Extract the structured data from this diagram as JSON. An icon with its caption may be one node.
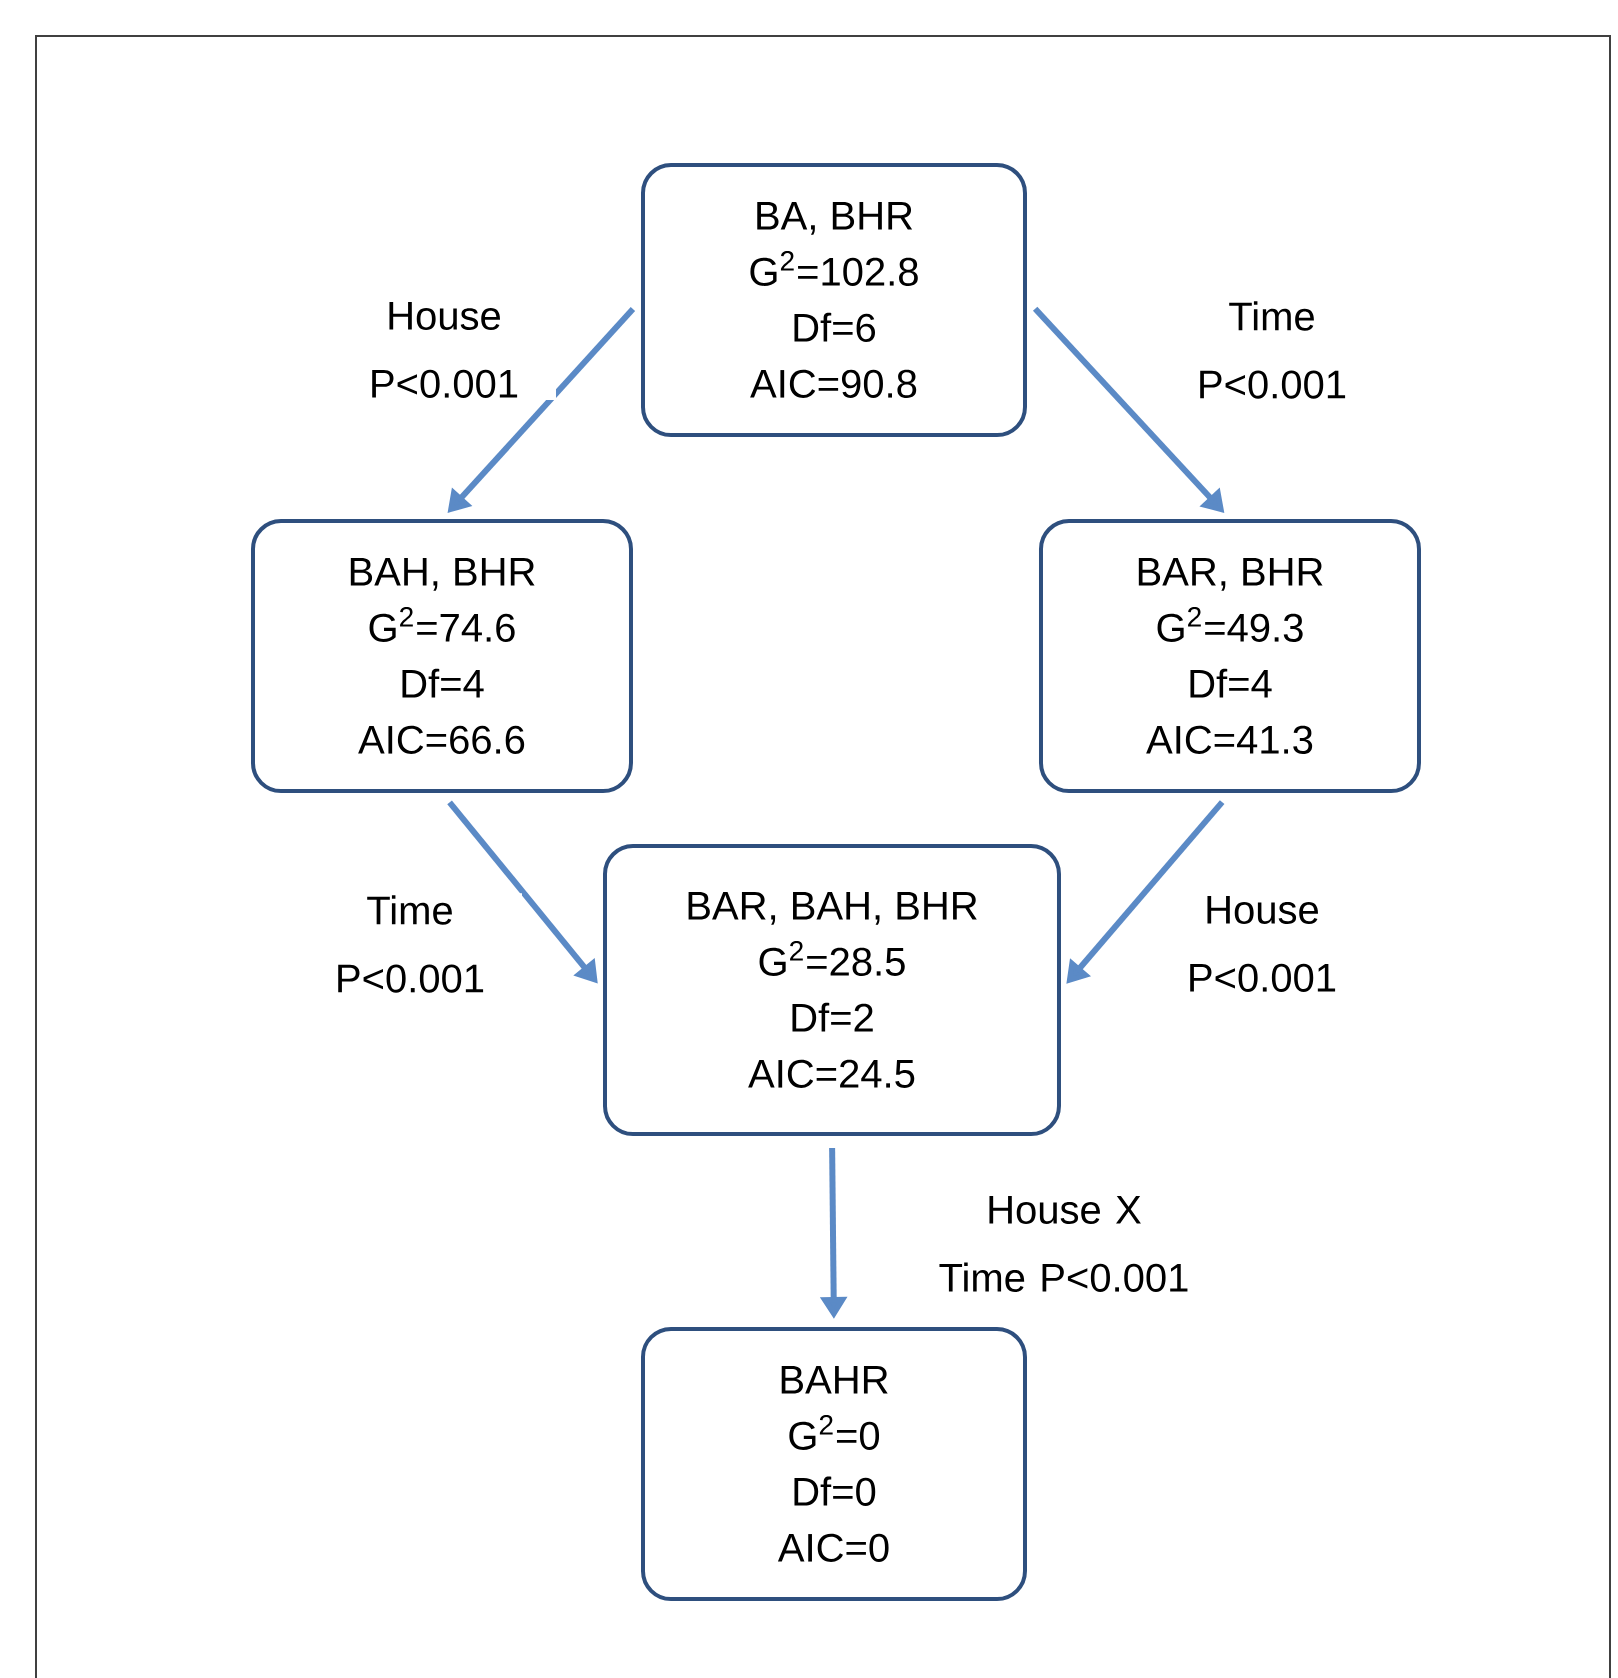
{
  "diagram": {
    "nodes": [
      {
        "text": [
          "BA, BHR",
          "G$^{2}$=102.8",
          "Df=6",
          "AIC=90.8"
        ]
      },
      {
        "text": [
          "BAH, BHR",
          "G$^{2}$=74.6",
          "Df=4",
          "AIC=66.6"
        ]
      },
      {
        "text": [
          "BAR, BHR",
          "G$^{2}$=49.3",
          "Df=4",
          "AIC=41.3"
        ]
      },
      {
        "text": [
          "BAR, BAH, BHR",
          "G$^{2}$=28.5",
          "Df=2",
          "AIC=24.5"
        ]
      },
      {
        "text": [
          "BAHR",
          "G$^{2}$=0",
          "Df=0",
          "AIC=0"
        ]
      }
    ],
    "edges": [
      {
        "from": 0,
        "to": 1,
        "arrow": "to",
        "label": "House P<0.001"
      },
      {
        "from": 0,
        "to": 2,
        "arrow": "to",
        "label": "Time P<0.001"
      },
      {
        "from": 1,
        "to": 3,
        "arrow": "to",
        "label": "Time P<0.001"
      },
      {
        "from": 2,
        "to": 3,
        "arrow": "to",
        "label": "House P<0.001"
      },
      {
        "from": 3,
        "to": 4,
        "arrow": "to",
        "label": "House X Time P<0.001"
      }
    ]
  }
}
